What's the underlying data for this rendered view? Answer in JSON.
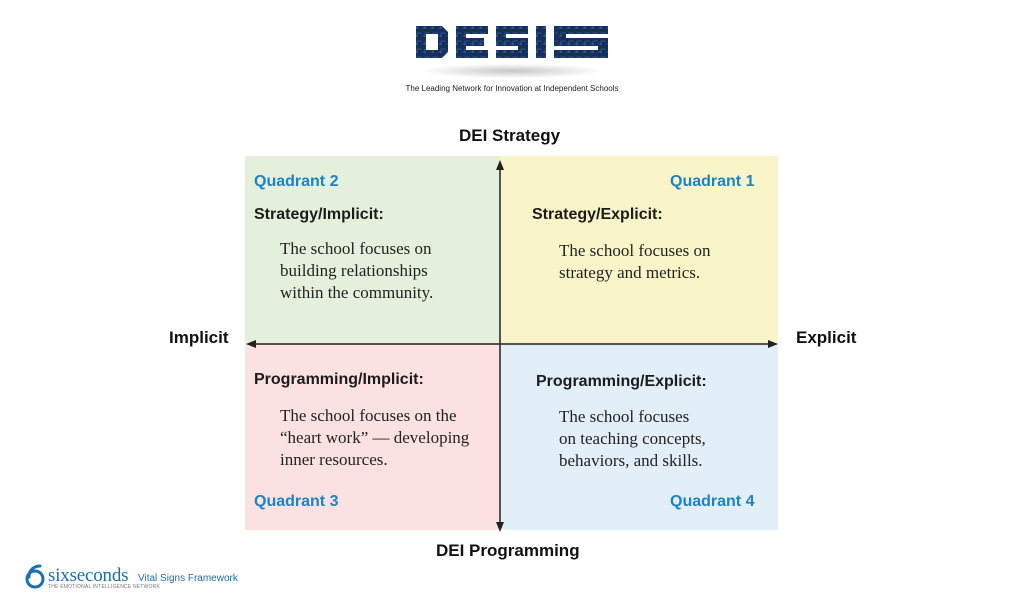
{
  "header": {
    "logo_text": "DESIS",
    "tagline": "The Leading Network for Innovation at Independent Schools",
    "logo_color": "#17305a"
  },
  "axes": {
    "top": "DEI Strategy",
    "bottom": "DEI Programming",
    "left": "Implicit",
    "right": "Explicit"
  },
  "quadrants": {
    "q1": {
      "number": "Quadrant 1",
      "title": "Strategy/Explicit:",
      "lines": [
        "The school focuses on",
        "strategy and metrics."
      ],
      "color": "#faf5c8"
    },
    "q2": {
      "number": "Quadrant 2",
      "title": "Strategy/Implicit:",
      "lines": [
        "The school focuses on",
        "building relationships",
        "within the community."
      ],
      "color": "#e4f0db"
    },
    "q3": {
      "number": "Quadrant 3",
      "title": "Programming/Implicit:",
      "lines": [
        "The school focuses on the",
        "“heart work” — developing",
        "inner resources."
      ],
      "color": "#fbe1e1"
    },
    "q4": {
      "number": "Quadrant 4",
      "title": "Programming/Explicit:",
      "lines": [
        "The school focuses",
        "on teaching concepts,",
        "behaviors, and skills."
      ],
      "color": "#e2eef8"
    }
  },
  "accent_color": "#1a84c6",
  "footer": {
    "brand": "sixseconds",
    "brand_sub": "THE EMOTIONAL INTELLIGENCE NETWORK",
    "framework": "Vital Signs Framework",
    "brand_color": "#1a6faf"
  }
}
